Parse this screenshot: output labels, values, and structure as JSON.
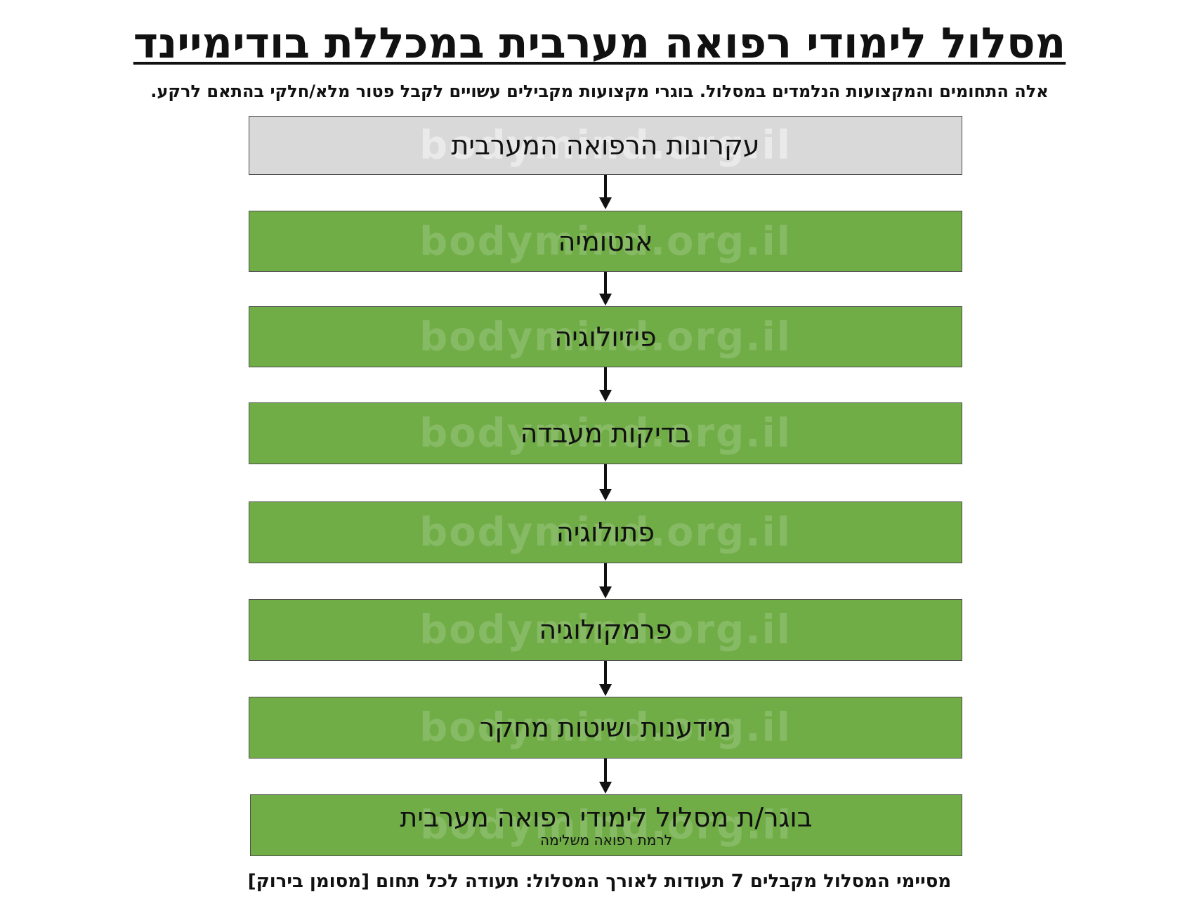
{
  "header": {
    "title": "מסלול לימודי רפואה מערבית במכללת בודימיינד",
    "subtitle": "אלה התחומים והמקצועות הנלמדים במסלול. בוגרי מקצועות מקבילים עשויים לקבל פטור מלא/חלקי בהתאם לרקע."
  },
  "watermark": "bodymind.org.il",
  "flow": {
    "steps": [
      {
        "label": "עקרונות הרפואה המערבית",
        "color": "#d9d9d9"
      },
      {
        "label": "אנטומיה",
        "color": "#70ad47"
      },
      {
        "label": "פיזיולוגיה",
        "color": "#70ad47"
      },
      {
        "label": "בדיקות מעבדה",
        "color": "#70ad47"
      },
      {
        "label": "פתולוגיה",
        "color": "#70ad47"
      },
      {
        "label": "פרמקולוגיה",
        "color": "#70ad47"
      },
      {
        "label": "מידענות ושיטות מחקר",
        "color": "#70ad47"
      },
      {
        "label": "בוגר/ת מסלול לימודי רפואה מערבית",
        "sublabel": "לרמת רפואה משלימה",
        "color": "#70ad47"
      }
    ]
  },
  "footer": {
    "text": "מסיימי המסלול מקבלים 7 תעודות לאורך המסלול: תעודה לכל תחום [מסומן בירוק]"
  }
}
